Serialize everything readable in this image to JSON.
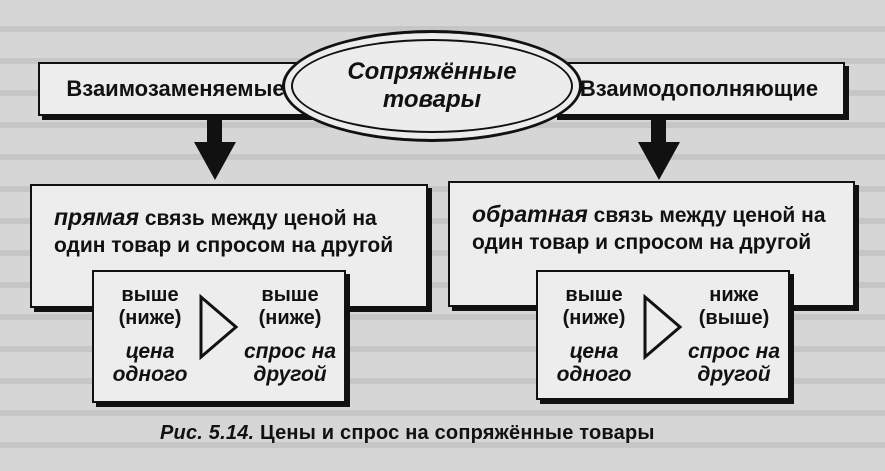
{
  "center": {
    "line1": "Сопряжённые",
    "line2": "товары"
  },
  "left": {
    "header": "Взаимозаменяемые",
    "relation_emph": "прямая",
    "relation_rest": " связь между ценой на один товар и спросом на другой",
    "col1": {
      "top1": "выше",
      "top2": "(ниже)",
      "bot1": "цена",
      "bot2": "одного"
    },
    "col2": {
      "top1": "выше",
      "top2": "(ниже)",
      "bot1": "спрос на",
      "bot2": "другой"
    }
  },
  "right": {
    "header": "Взаимодополняющие",
    "relation_emph": "обратная",
    "relation_rest": " связь между ценой на один товар и спросом на другой",
    "col1": {
      "top1": "выше",
      "top2": "(ниже)",
      "bot1": "цена",
      "bot2": "одного"
    },
    "col2": {
      "top1": "ниже",
      "top2": "(выше)",
      "bot1": "спрос на",
      "bot2": "другой"
    }
  },
  "caption": {
    "fig": "Рис. 5.14.",
    "text": "Цены и спрос на сопряжённые товары"
  },
  "colors": {
    "ink": "#111111",
    "box": "#ededed",
    "page": "#d6d6d6"
  }
}
